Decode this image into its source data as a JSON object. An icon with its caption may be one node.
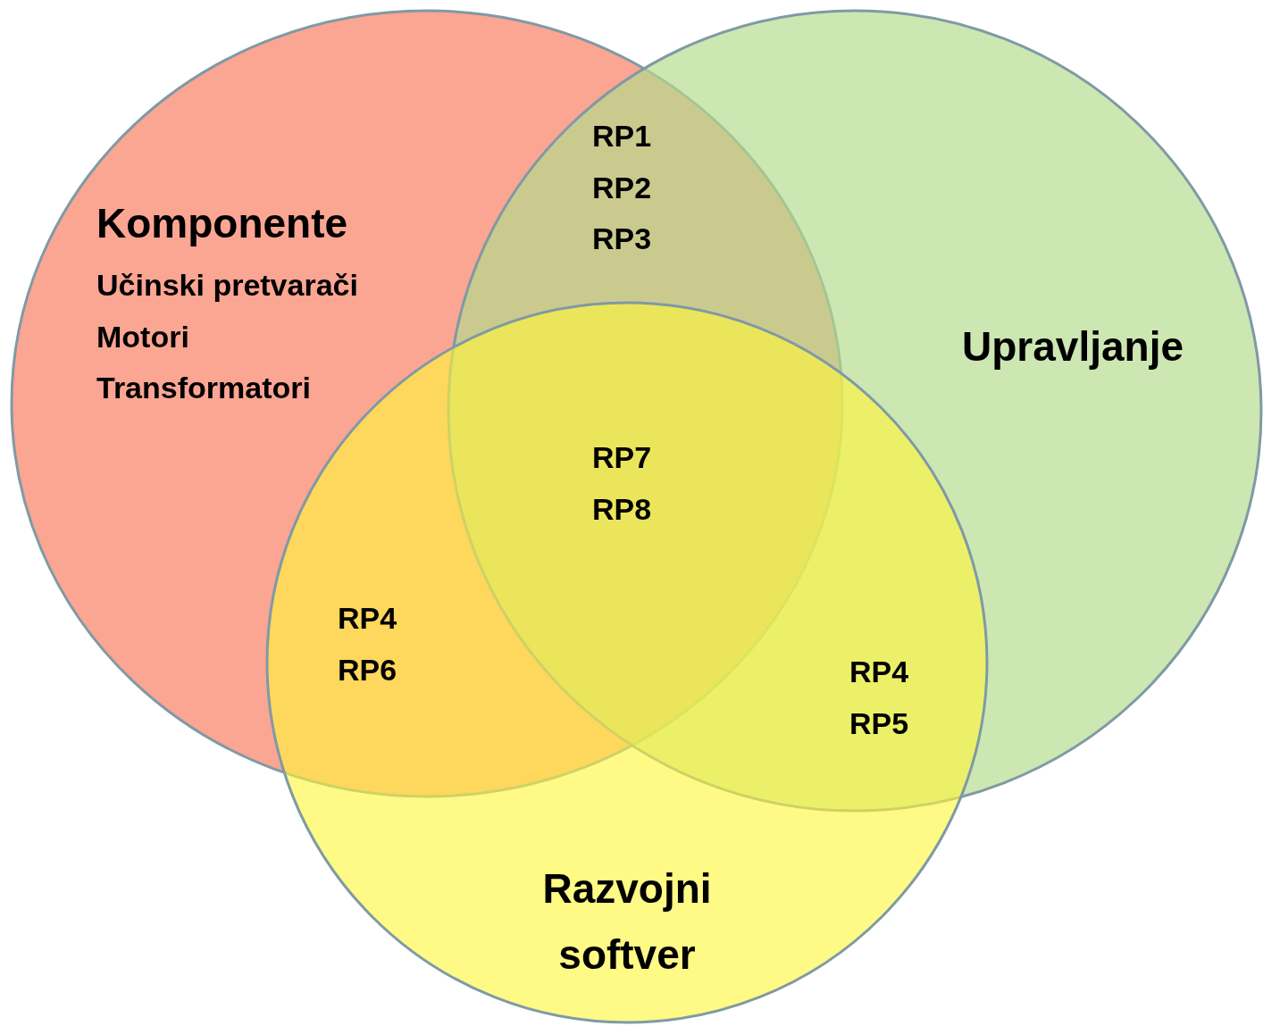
{
  "diagram": {
    "nodes": [
      {
        "text": [
          "Komponente",
          "Učinski pretvarači",
          "Motori",
          "Transformatori"
        ]
      },
      {
        "text": [
          "Upravljanje"
        ]
      },
      {
        "text": [
          "Razvojni softver"
        ]
      }
    ],
    "labels": [
      "RP1",
      "RP2",
      "RP3",
      "RP7",
      "RP8",
      "RP4",
      "RP6",
      "RP4",
      "RP5"
    ]
  }
}
